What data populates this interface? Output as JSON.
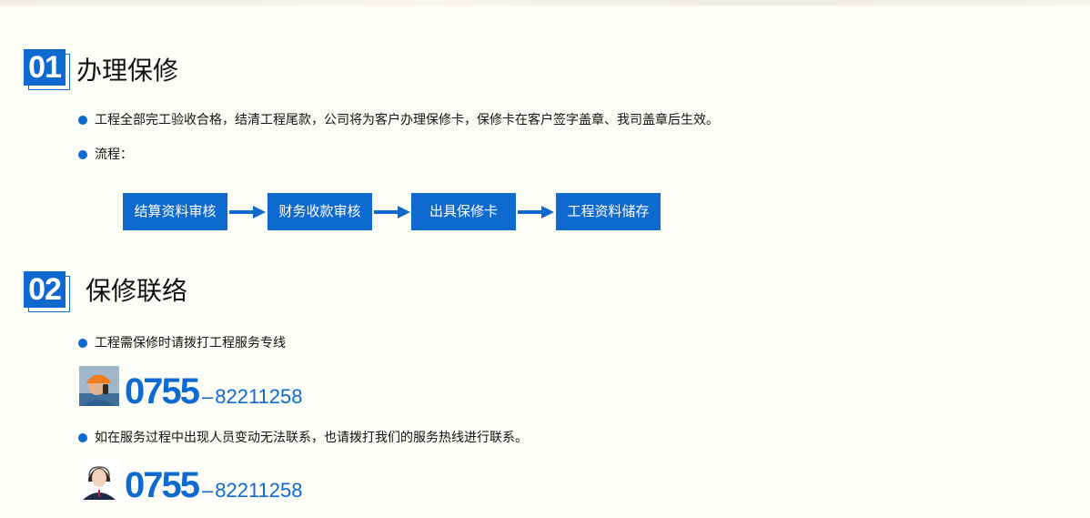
{
  "section1": {
    "number": "01",
    "title": "办理保修",
    "bullet1": "工程全部完工验收合格，结清工程尾款，公司将为客户办理保修卡，保修卡在客户签字盖章、我司盖章后生效。",
    "bullet2": "流程：",
    "steps": [
      "结算资料审核",
      "财务收款审核",
      "出具保修卡",
      "工程资料储存"
    ]
  },
  "section2": {
    "number": "02",
    "title": "保修联络",
    "bullet1": "工程需保修时请拨打工程服务专线",
    "phone1": {
      "area": "0755",
      "dash": "–",
      "number": "82211258",
      "avatar_icon": "worker-on-phone-icon"
    },
    "bullet2": "如在服务过程中出现人员变动无法联系，也请拨打我们的服务热线进行联系。",
    "phone2": {
      "area": "0755",
      "dash": "–",
      "number": "82211258",
      "avatar_icon": "customer-service-agent-icon"
    }
  },
  "colors": {
    "accent": "#0f6ad0",
    "background": "#fdfdf7"
  }
}
